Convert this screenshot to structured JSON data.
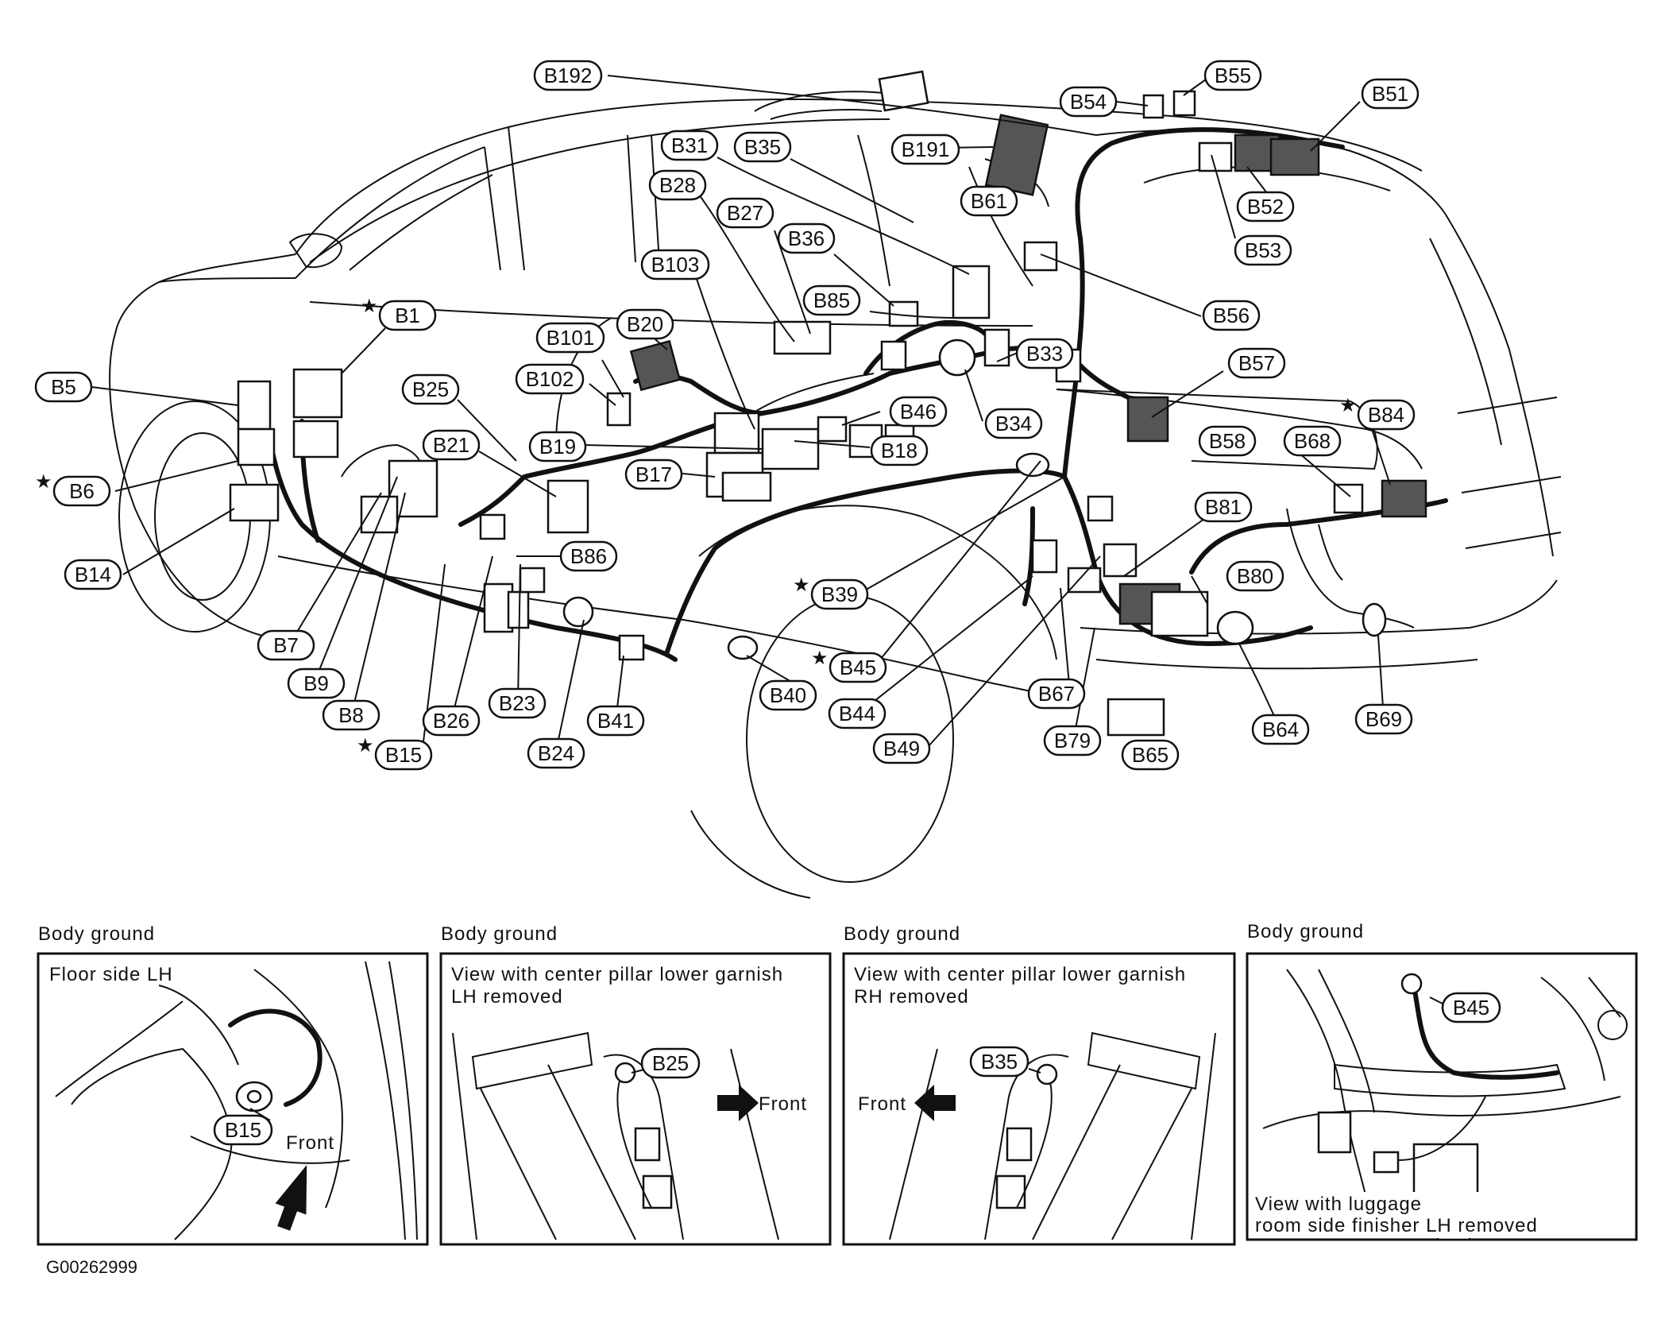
{
  "labels": [
    {
      "id": "B192",
      "text": "B192",
      "star": false
    },
    {
      "id": "B55",
      "text": "B55",
      "star": false
    },
    {
      "id": "B54",
      "text": "B54",
      "star": false
    },
    {
      "id": "B51",
      "text": "B51",
      "star": false
    },
    {
      "id": "B31",
      "text": "B31",
      "star": false
    },
    {
      "id": "B35",
      "text": "B35",
      "star": false
    },
    {
      "id": "B191",
      "text": "B191",
      "star": false
    },
    {
      "id": "B28",
      "text": "B28",
      "star": false
    },
    {
      "id": "B27",
      "text": "B27",
      "star": false
    },
    {
      "id": "B61",
      "text": "B61",
      "star": false
    },
    {
      "id": "B52",
      "text": "B52",
      "star": false
    },
    {
      "id": "B36",
      "text": "B36",
      "star": false
    },
    {
      "id": "B53",
      "text": "B53",
      "star": false
    },
    {
      "id": "B103",
      "text": "B103",
      "star": false
    },
    {
      "id": "B85",
      "text": "B85",
      "star": false
    },
    {
      "id": "B1",
      "text": "B1",
      "star": true
    },
    {
      "id": "B56",
      "text": "B56",
      "star": false
    },
    {
      "id": "B20",
      "text": "B20",
      "star": false
    },
    {
      "id": "B101",
      "text": "B101",
      "star": false
    },
    {
      "id": "B33",
      "text": "B33",
      "star": false
    },
    {
      "id": "B57",
      "text": "B57",
      "star": false
    },
    {
      "id": "B5",
      "text": "B5",
      "star": false
    },
    {
      "id": "B102",
      "text": "B102",
      "star": false
    },
    {
      "id": "B25",
      "text": "B25",
      "star": false
    },
    {
      "id": "B46",
      "text": "B46",
      "star": false
    },
    {
      "id": "B84",
      "text": "B84",
      "star": true
    },
    {
      "id": "B34",
      "text": "B34",
      "star": false
    },
    {
      "id": "B21",
      "text": "B21",
      "star": false
    },
    {
      "id": "B19",
      "text": "B19",
      "star": false
    },
    {
      "id": "B58",
      "text": "B58",
      "star": false
    },
    {
      "id": "B68",
      "text": "B68",
      "star": false
    },
    {
      "id": "B18",
      "text": "B18",
      "star": false
    },
    {
      "id": "B17",
      "text": "B17",
      "star": false
    },
    {
      "id": "B6",
      "text": "B6",
      "star": true
    },
    {
      "id": "B81",
      "text": "B81",
      "star": false
    },
    {
      "id": "B14",
      "text": "B14",
      "star": false
    },
    {
      "id": "B86",
      "text": "B86",
      "star": false
    },
    {
      "id": "B80",
      "text": "B80",
      "star": false
    },
    {
      "id": "B39",
      "text": "B39",
      "star": true
    },
    {
      "id": "B7",
      "text": "B7",
      "star": false
    },
    {
      "id": "B45",
      "text": "B45",
      "star": true
    },
    {
      "id": "B9",
      "text": "B9",
      "star": false
    },
    {
      "id": "B40",
      "text": "B40",
      "star": false
    },
    {
      "id": "B67",
      "text": "B67",
      "star": false
    },
    {
      "id": "B23",
      "text": "B23",
      "star": false
    },
    {
      "id": "B8",
      "text": "B8",
      "star": false
    },
    {
      "id": "B44",
      "text": "B44",
      "star": false
    },
    {
      "id": "B26",
      "text": "B26",
      "star": false
    },
    {
      "id": "B41",
      "text": "B41",
      "star": false
    },
    {
      "id": "B64",
      "text": "B64",
      "star": false
    },
    {
      "id": "B69",
      "text": "B69",
      "star": false
    },
    {
      "id": "B79",
      "text": "B79",
      "star": false
    },
    {
      "id": "B15",
      "text": "B15",
      "star": true
    },
    {
      "id": "B24",
      "text": "B24",
      "star": false
    },
    {
      "id": "B49",
      "text": "B49",
      "star": false
    },
    {
      "id": "B65",
      "text": "B65",
      "star": false
    }
  ],
  "panels": [
    {
      "caption": "Body ground",
      "inner_line1": "Floor side LH",
      "inner_line2": "",
      "connector": "B15",
      "direction": "Front"
    },
    {
      "caption": "Body ground",
      "inner_line1": "View with center pillar lower garnish",
      "inner_line2": "LH removed",
      "connector": "B25",
      "direction": "Front"
    },
    {
      "caption": "Body ground",
      "inner_line1": "View with center pillar lower garnish",
      "inner_line2": "RH removed",
      "connector": "B35",
      "direction": "Front"
    },
    {
      "caption": "Body ground",
      "inner_line1": "View with luggage",
      "inner_line2": "room side finisher LH removed",
      "connector": "B45",
      "direction": ""
    }
  ],
  "figure_code": "G00262999",
  "star_symbol": "★"
}
